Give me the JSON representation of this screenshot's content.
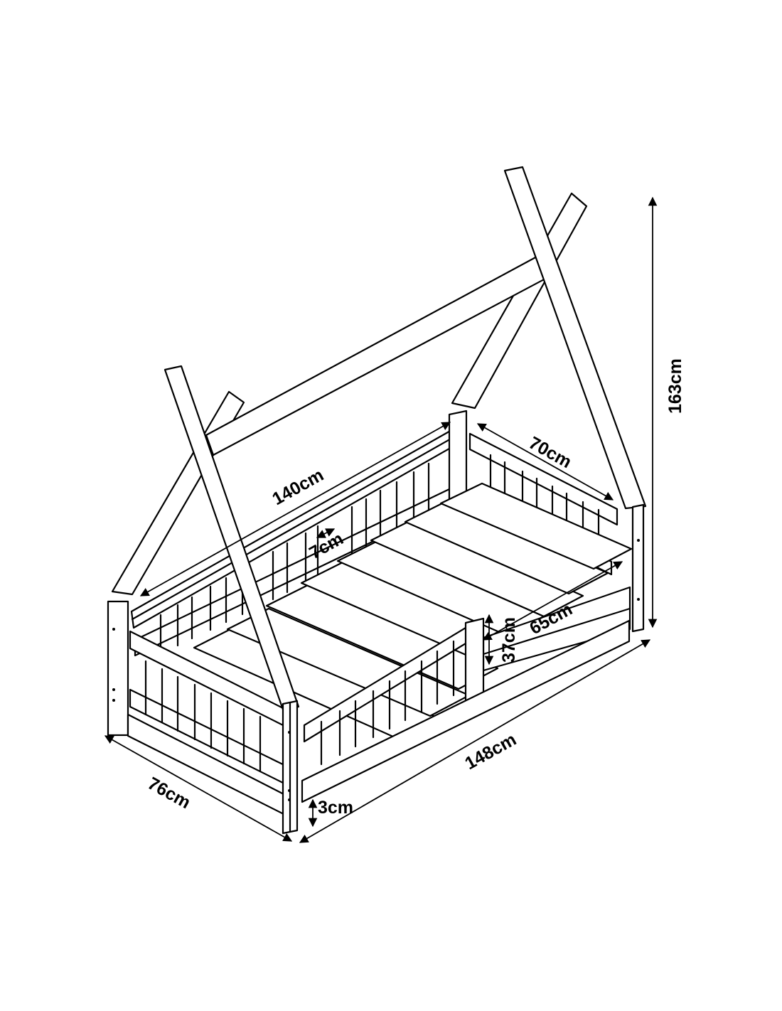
{
  "diagram": {
    "subject": "tipi-bed-frame",
    "line_color": "#000000",
    "background": "#ffffff"
  },
  "dimensions": {
    "height": "163cm",
    "total_length": "148cm",
    "total_width": "76cm",
    "frame_length": "140cm",
    "frame_width": "70cm",
    "mattress_width": "65cm",
    "rail_height": "37cm",
    "slat_gap": "7cm",
    "floor_clearance": "3cm"
  }
}
